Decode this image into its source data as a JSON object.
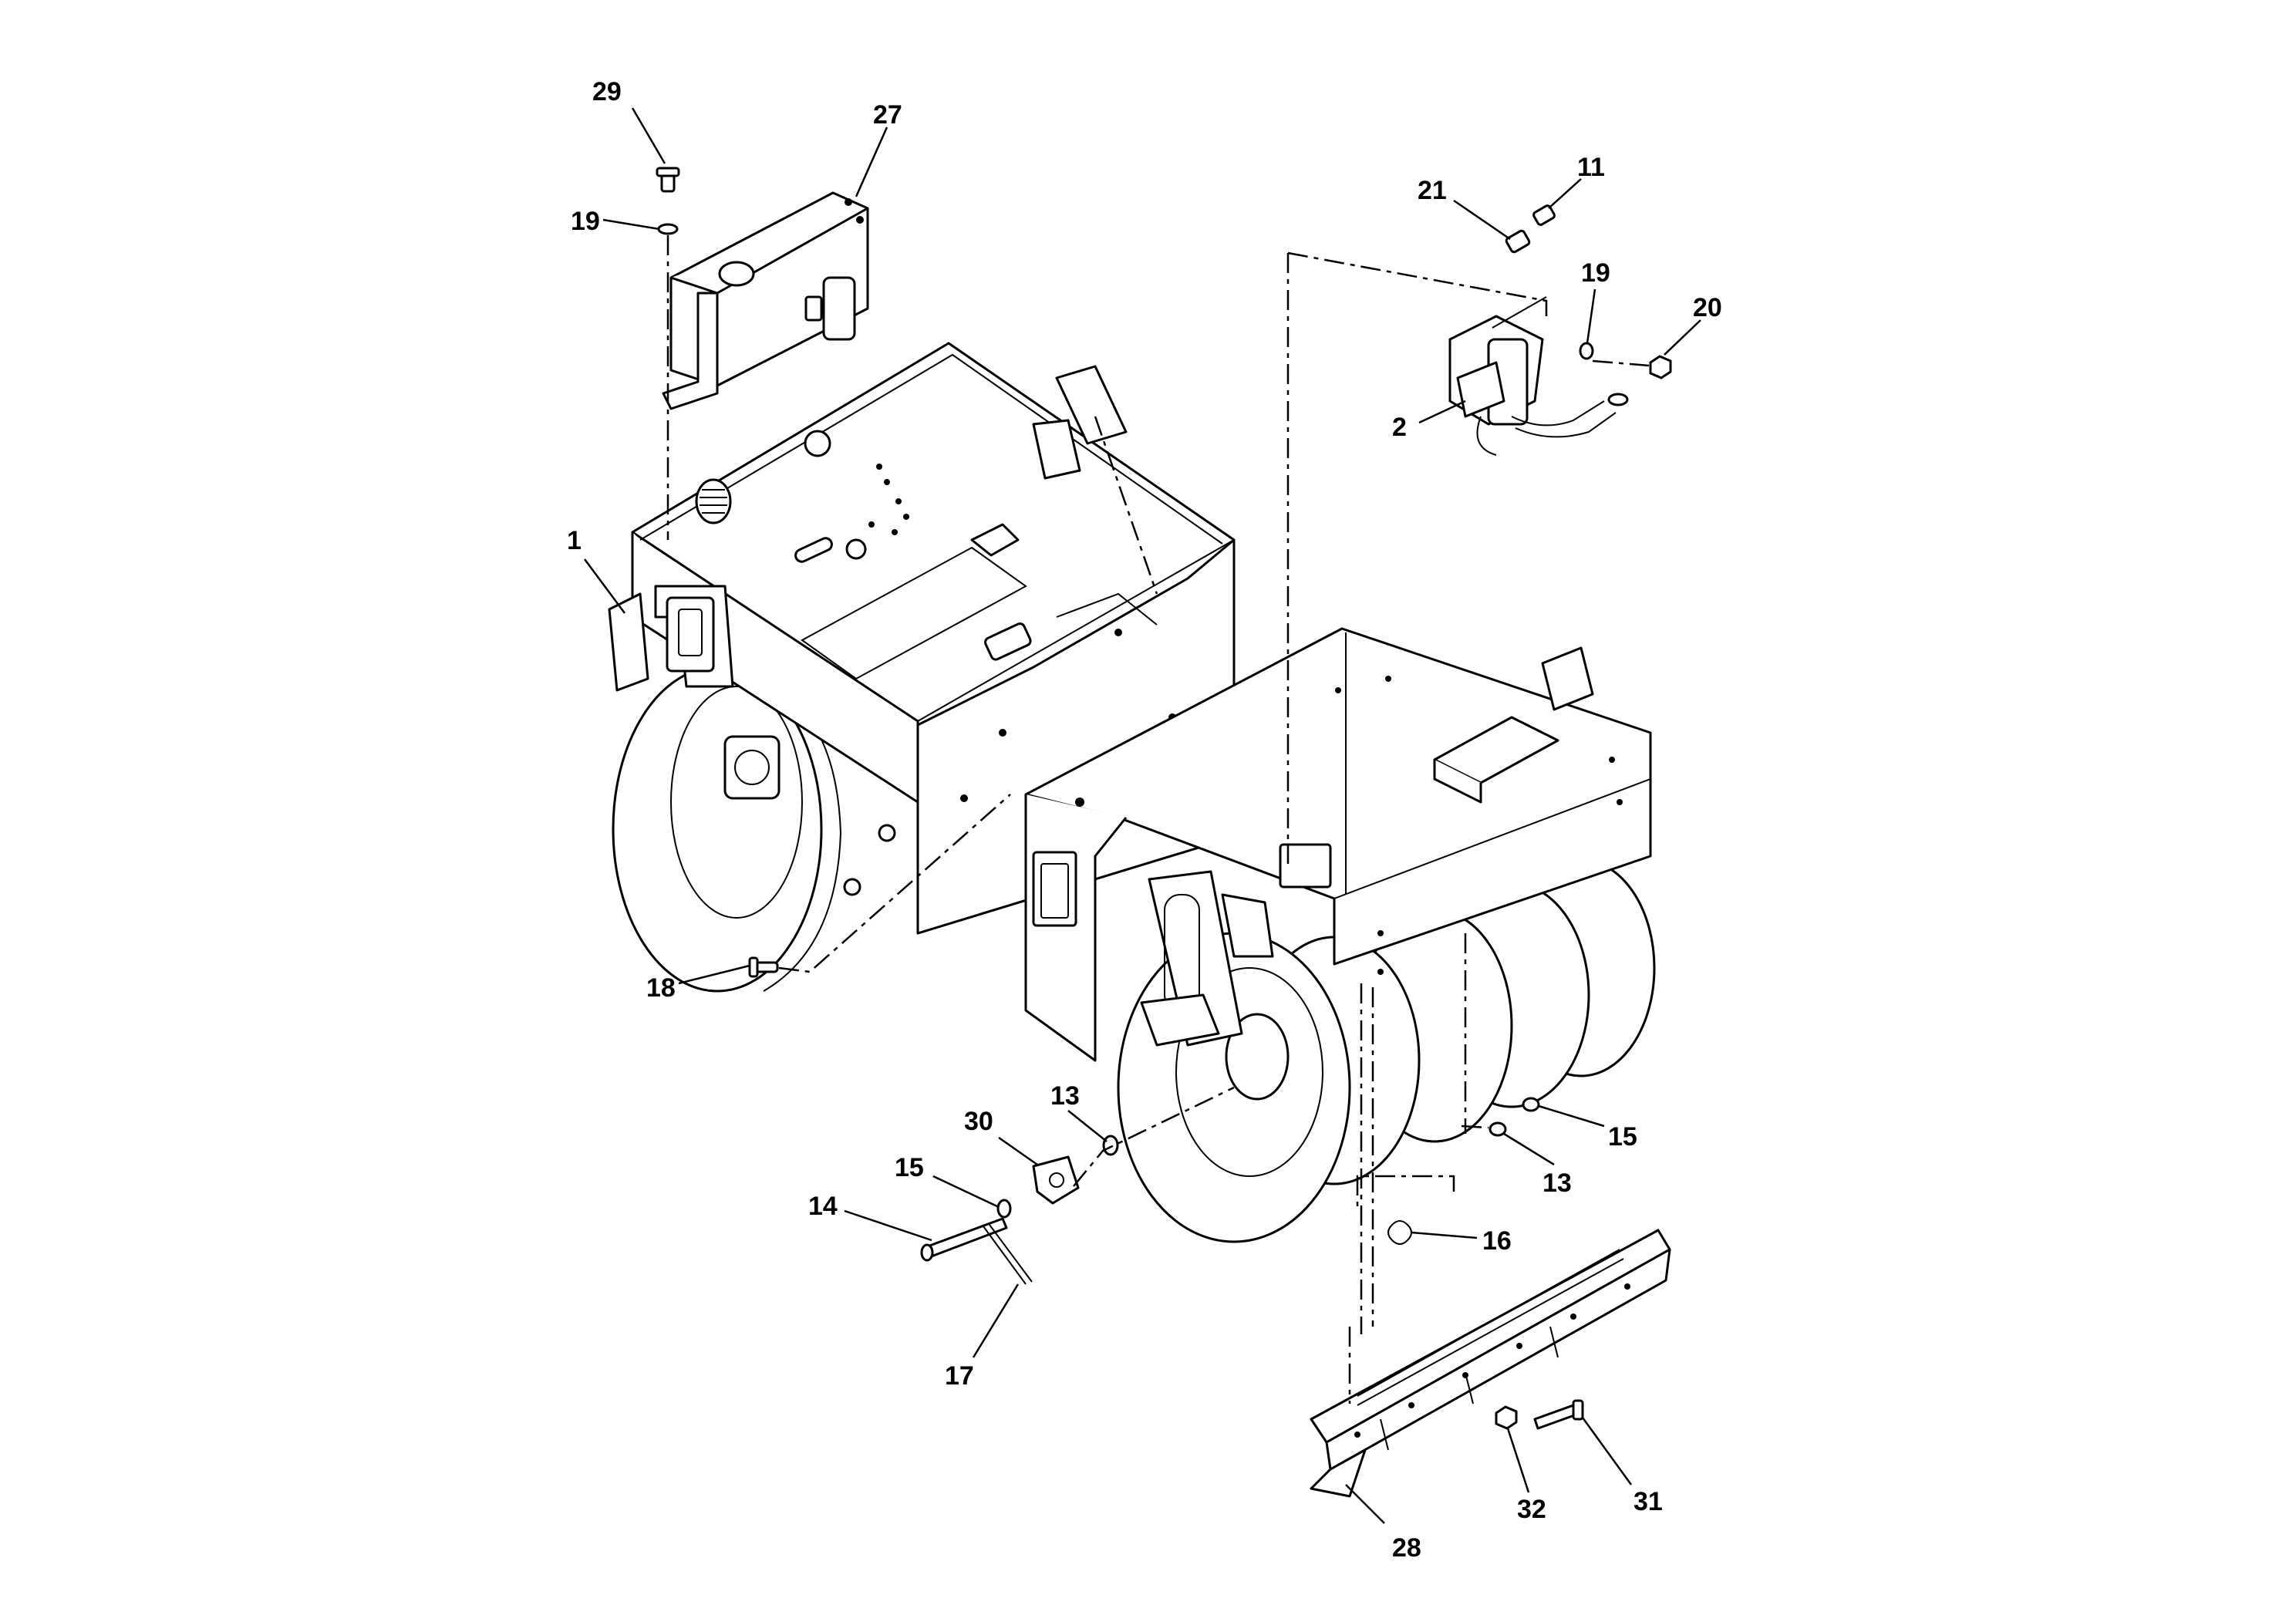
{
  "diagram": {
    "callouts": [
      {
        "id": "c29",
        "label": "29"
      },
      {
        "id": "c27",
        "label": "27"
      },
      {
        "id": "c19a",
        "label": "19"
      },
      {
        "id": "c21",
        "label": "21"
      },
      {
        "id": "c11",
        "label": "11"
      },
      {
        "id": "c19b",
        "label": "19"
      },
      {
        "id": "c20",
        "label": "20"
      },
      {
        "id": "c2",
        "label": "2"
      },
      {
        "id": "c1",
        "label": "1"
      },
      {
        "id": "c18",
        "label": "18"
      },
      {
        "id": "c13a",
        "label": "13"
      },
      {
        "id": "c30",
        "label": "30"
      },
      {
        "id": "c15a",
        "label": "15"
      },
      {
        "id": "c14",
        "label": "14"
      },
      {
        "id": "c17",
        "label": "17"
      },
      {
        "id": "c15b",
        "label": "15"
      },
      {
        "id": "c13b",
        "label": "13"
      },
      {
        "id": "c16",
        "label": "16"
      },
      {
        "id": "c28",
        "label": "28"
      },
      {
        "id": "c32",
        "label": "32"
      },
      {
        "id": "c31",
        "label": "31"
      }
    ]
  }
}
